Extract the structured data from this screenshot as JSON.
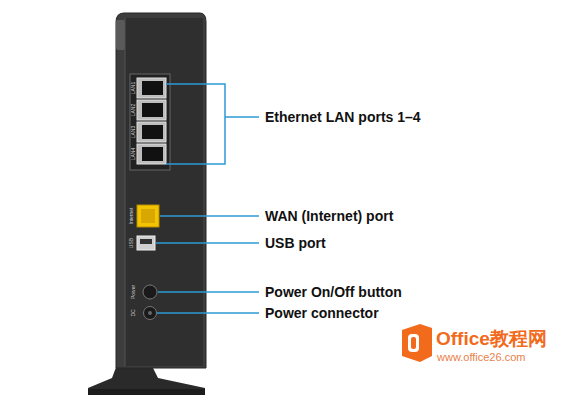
{
  "diagram": {
    "labels": [
      "Ethernet LAN ports 1–4",
      "WAN (Internet) port",
      "USB port",
      "Power On/Off button",
      "Power connector",
      "LAN1",
      "LAN2",
      "LAN3",
      "LAN4",
      "Internet",
      "USB",
      "Power",
      "DC",
      "Office教程网",
      "www.office26.com"
    ]
  }
}
